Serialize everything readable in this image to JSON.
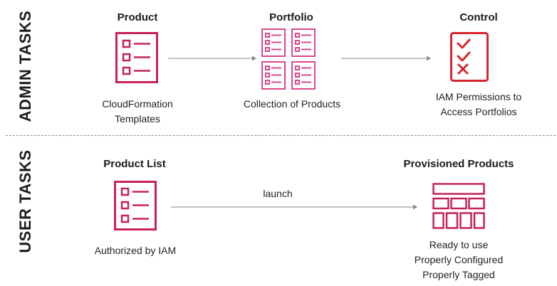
{
  "admin": {
    "label": "ADMIN TASKS",
    "product": {
      "title": "Product",
      "caption_lines": [
        "CloudFormation",
        "Templates"
      ]
    },
    "portfolio": {
      "title": "Portfolio",
      "caption_lines": [
        "Collection of Products"
      ]
    },
    "control": {
      "title": "Control",
      "caption_lines": [
        "IAM Permissions to",
        "Access Portfolios"
      ]
    }
  },
  "user": {
    "label": "USER TASKS",
    "product_list": {
      "title": "Product List",
      "caption_lines": [
        "Authorized by IAM"
      ]
    },
    "arrow_label": "launch",
    "provisioned": {
      "title": "Provisioned Products",
      "caption_lines": [
        "Ready to use",
        "Properly Configured",
        "Properly Tagged"
      ]
    }
  },
  "colors": {
    "accent": "#c7215d",
    "accent_light": "#d9488a",
    "control": "#d6262b",
    "arrow": "#888888"
  },
  "icons": [
    "list-document-icon",
    "portfolio-grid-icon",
    "checklist-icon",
    "provisioned-blocks-icon"
  ]
}
